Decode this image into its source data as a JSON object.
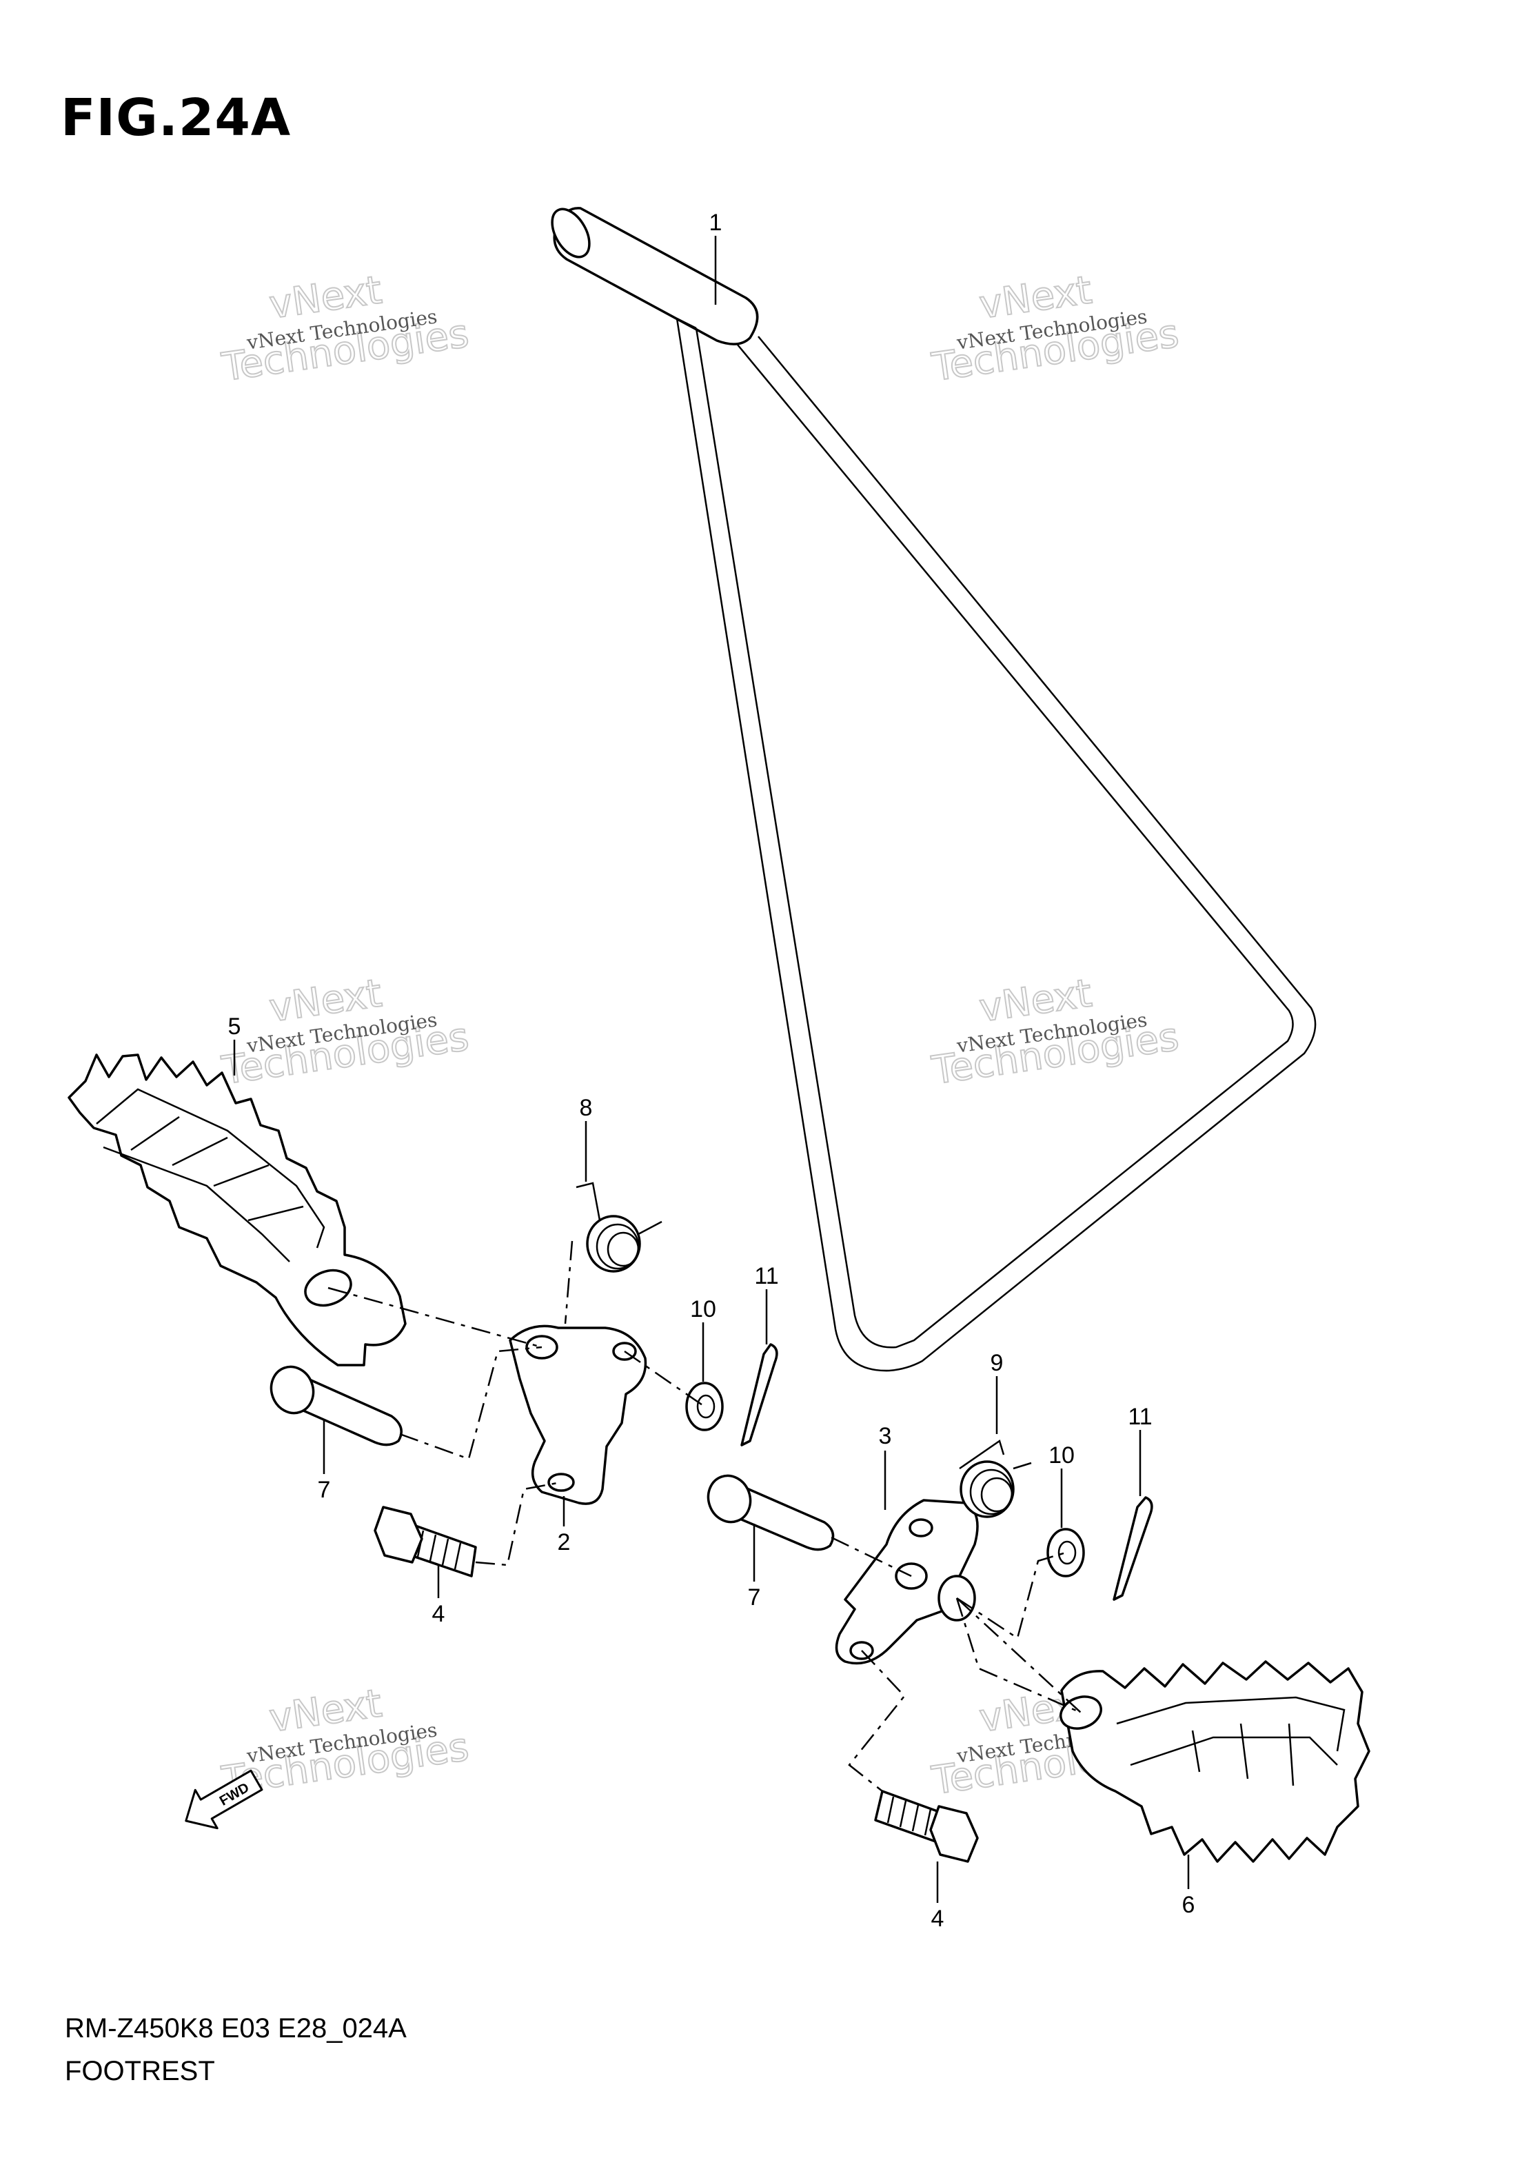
{
  "figure": {
    "title": "FIG.24A",
    "code": "RM-Z450K8 E03 E28_024A",
    "name": "FOOTREST"
  },
  "callouts": [
    "1",
    "2",
    "3",
    "4",
    "4",
    "5",
    "6",
    "7",
    "7",
    "8",
    "9",
    "10",
    "10",
    "11",
    "11"
  ],
  "watermark": {
    "small": "vNext Technologies",
    "big_line1": "vNext",
    "big_line2": "Technologies"
  },
  "fwd_label": "FWD"
}
